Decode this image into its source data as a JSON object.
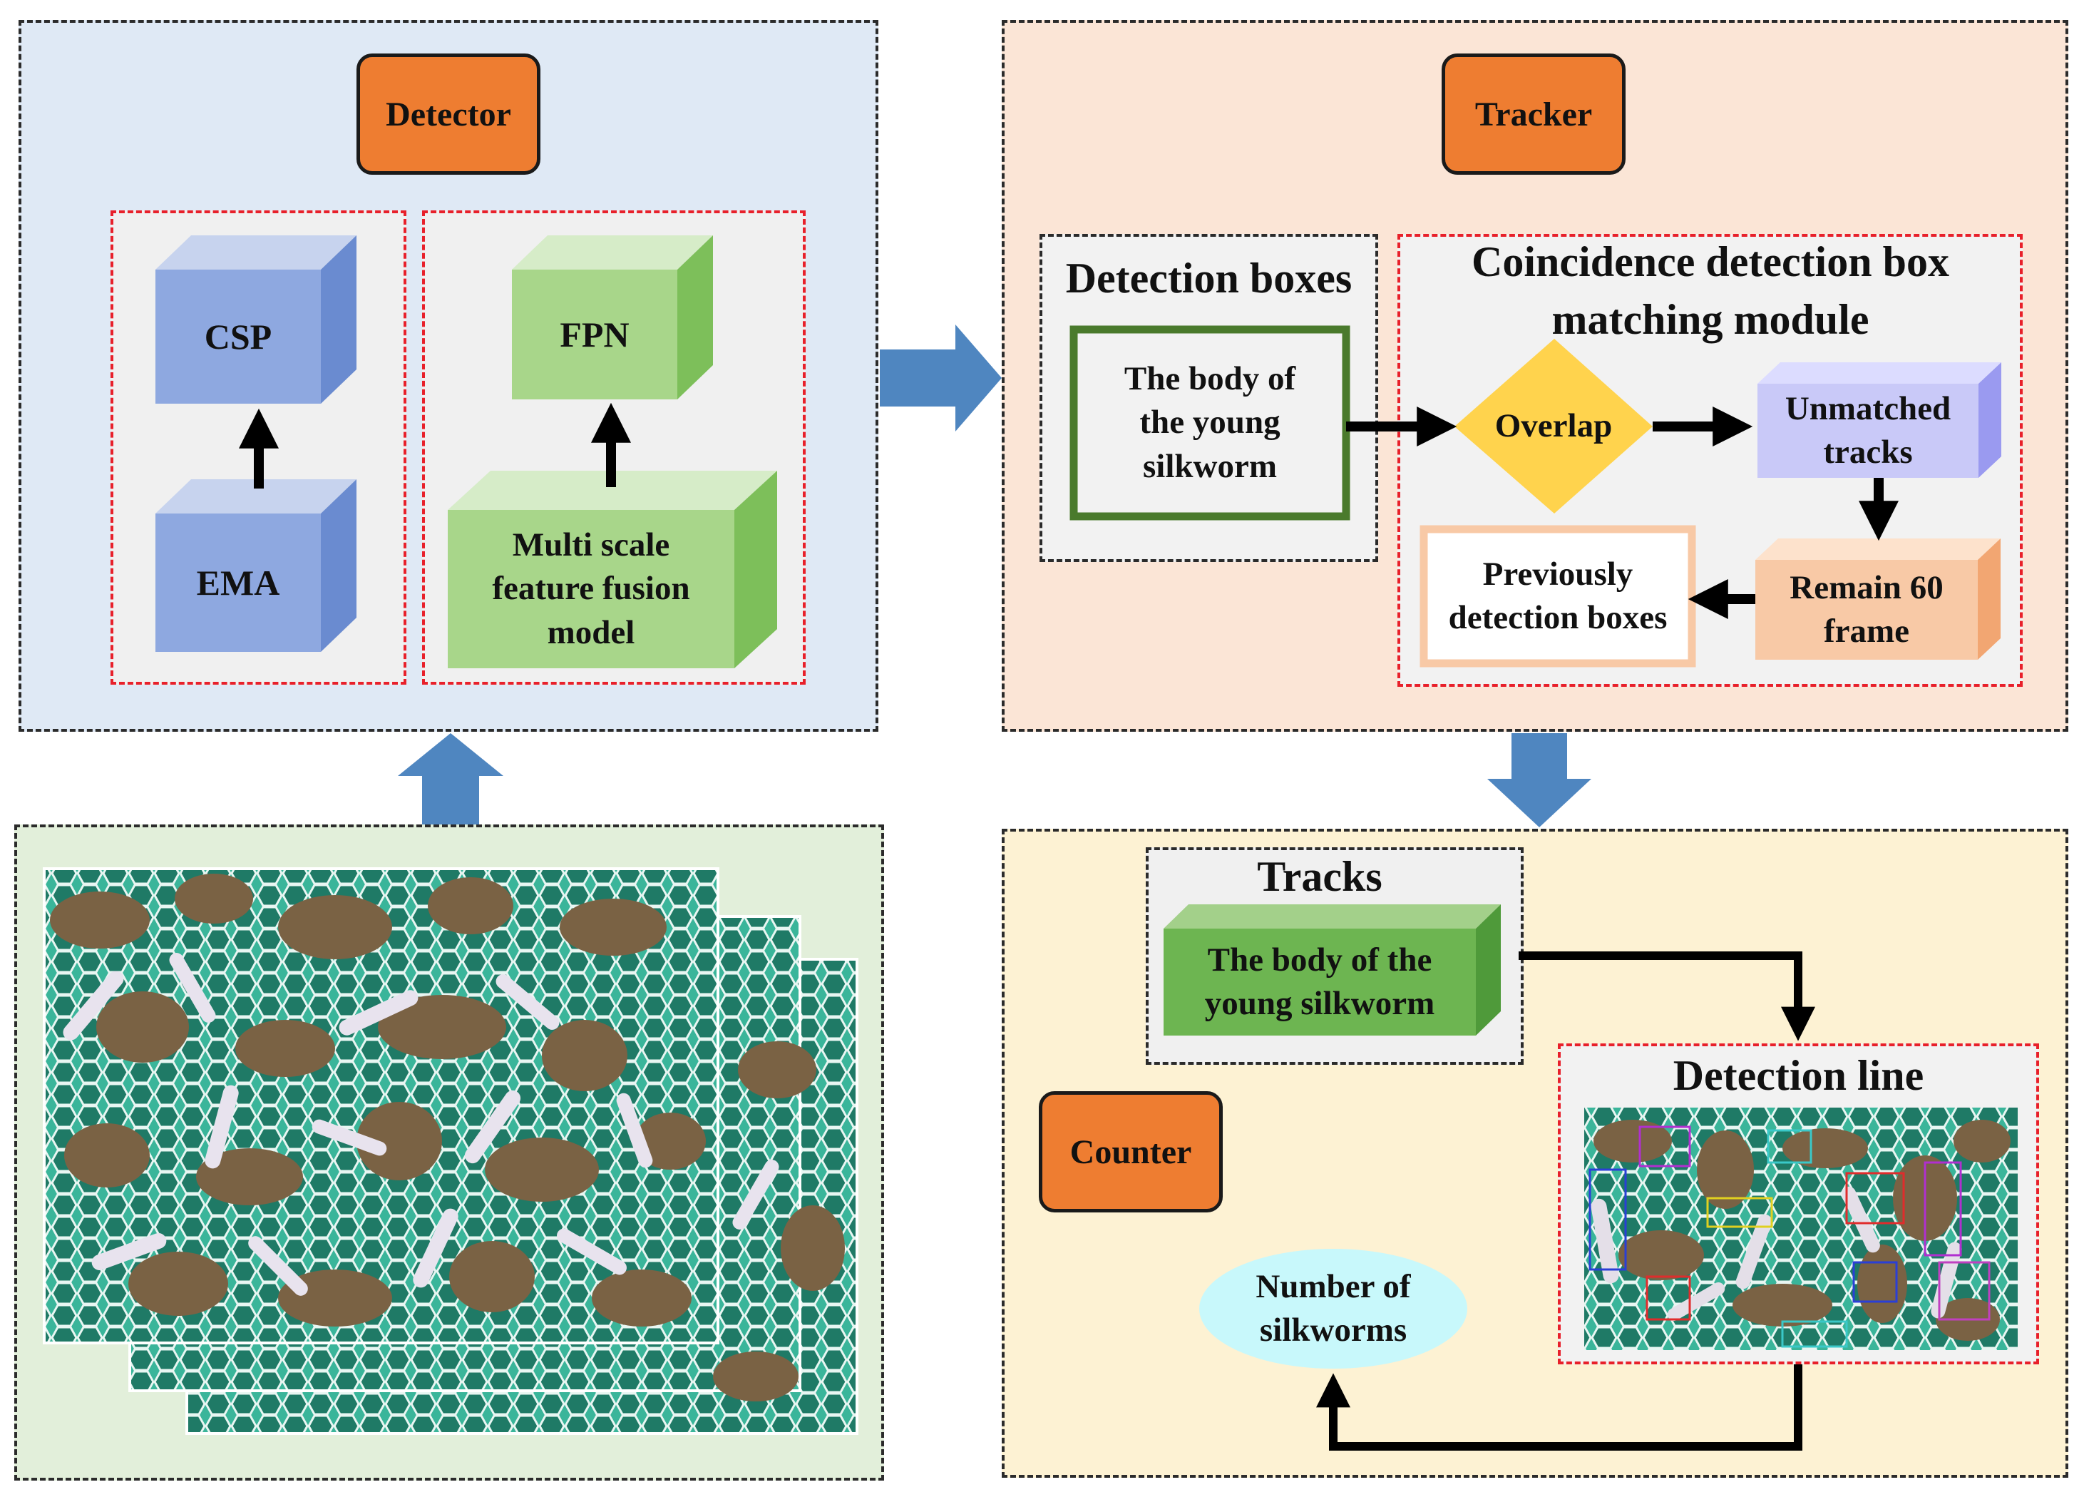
{
  "detector": {
    "title": "Detector",
    "csp": "CSP",
    "ema": "EMA",
    "fpn": "FPN",
    "multiscale": "Multi scale feature fusion model"
  },
  "tracker": {
    "title": "Tracker",
    "detection_boxes_heading": "Detection boxes",
    "body_box": "The body of the young silkworm",
    "module_heading": "Coincidence detection box matching module",
    "overlap": "Overlap",
    "unmatched": "Unmatched tracks",
    "remain": "Remain 60 frame",
    "previously": "Previously detection boxes"
  },
  "counter": {
    "title": "Counter",
    "tracks_heading": "Tracks",
    "tracks_body": "The body of the young silkworm",
    "detection_line_heading": "Detection line",
    "number": "Number of silkworms"
  },
  "colors": {
    "detector_bg": "#dfe9f5",
    "tracker_bg": "#fbe5d6",
    "counter_bg": "#fdf2d3",
    "input_bg": "#e2efda",
    "badge": "#ee7d31",
    "flow_arrow": "#4f86c0"
  }
}
